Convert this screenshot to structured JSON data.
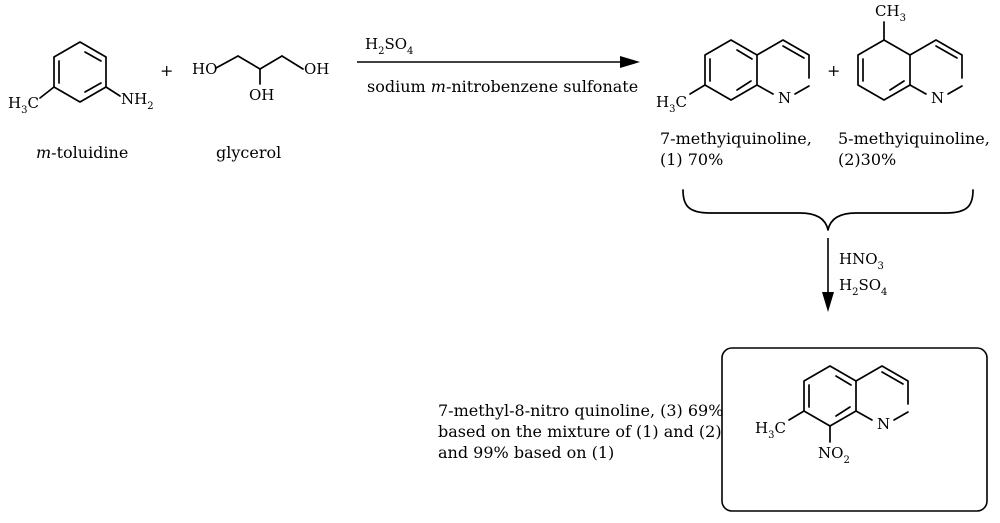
{
  "reactants": {
    "toluidine": {
      "name_italic": "m",
      "name_rest": "-toluidine",
      "substituent_ch3": {
        "main": "H",
        "sub": "3",
        "tail": "C"
      },
      "substituent_nh2": {
        "main": "NH",
        "sub": "2"
      }
    },
    "plus_1": "+",
    "glycerol": {
      "name": "glycerol",
      "oh_left": "HO",
      "oh_right": "OH",
      "oh_middle": "OH"
    }
  },
  "step1": {
    "reagent_top": {
      "main": "H",
      "sub1": "2",
      "mid": "SO",
      "sub2": "4"
    },
    "reagent_bottom_pre": "sodium ",
    "reagent_bottom_italic": "m",
    "reagent_bottom_post": "-nitrobenzene sulfonate"
  },
  "products": {
    "p1": {
      "name_line1": "7-methyiquinoline,",
      "name_line2": "(1) 70%",
      "n_label": "N",
      "methyl": {
        "main": "H",
        "sub": "3",
        "tail": "C"
      }
    },
    "plus_2": "+",
    "p2": {
      "name_line1": "5-methyiquinoline,",
      "name_line2": "(2)30%",
      "n_label": "N",
      "methyl": {
        "main": "CH",
        "sub": "3"
      }
    }
  },
  "step2": {
    "reagent_top": {
      "main": "HNO",
      "sub": "3"
    },
    "reagent_bottom": {
      "main": "H",
      "sub1": "2",
      "mid": "SO",
      "sub2": "4"
    }
  },
  "final_product": {
    "desc_line1": "7-methyl-8-nitro quinoline, (3) 69%",
    "desc_line2": "based on the mixture of (1) and (2)",
    "desc_line3": "and 99% based on (1)",
    "n_label": "N",
    "methyl": {
      "main": "H",
      "sub": "3",
      "tail": "C"
    },
    "nitro": {
      "main": "NO",
      "sub": "2"
    }
  }
}
